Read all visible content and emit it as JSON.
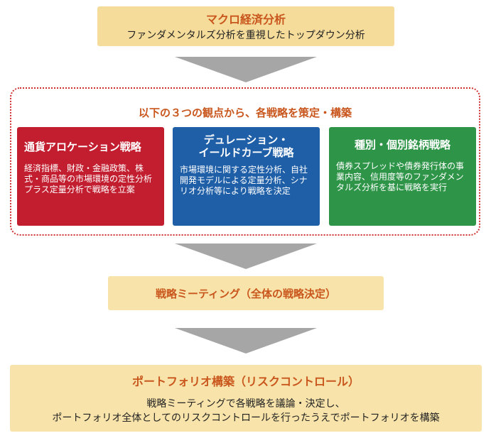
{
  "top": {
    "title": "マクロ経済分析",
    "body": "ファンダメンタルズ分析を重視したトップダウン分析"
  },
  "frame": {
    "heading": "以下の３つの観点から、各戦略を策定・構築"
  },
  "cards": [
    {
      "title": "通貨アロケーション戦略",
      "body": "経済指標、財政・金融政策、株式・商品等の市場環境の定性分析プラス定量分析で戦略を立案",
      "color": "#c21e2f"
    },
    {
      "title_line1": "デュレーション・",
      "title_line2": "イールドカーブ戦略",
      "body": "市場環境に関する定性分析、自社開発モデルによる定量分析、シナリオ分析等により戦略を決定",
      "color": "#1f5fa8"
    },
    {
      "title": "種別・個別銘柄戦略",
      "body": "債券スプレッドや債券発行体の事業内容、信用度等のファンダメンタルズ分析を基に戦略を実行",
      "color": "#2e9448"
    }
  ],
  "meeting": {
    "title": "戦略ミーティング（全体の戦略決定）"
  },
  "portfolio": {
    "title": "ポートフォリオ構築（リスクコントロール）",
    "line1": "戦略ミーティングで各戦略を議論・決定し、",
    "line2": "ポートフォリオ全体としてのリスクコントロールを行ったうえでポートフォリオを構築"
  },
  "colors": {
    "beige": "#f5dc9b",
    "title_orange": "#c9561d",
    "arrow_gray": "#a6a6a6",
    "frame_red": "#d03030"
  }
}
